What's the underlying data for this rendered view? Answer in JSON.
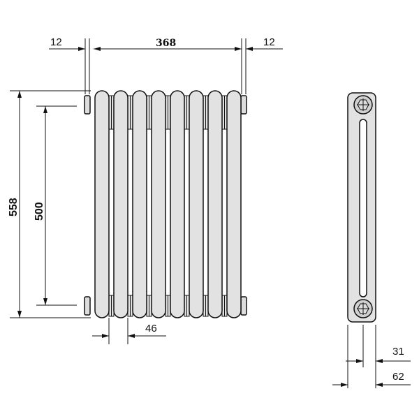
{
  "front_view": {
    "sections": 8,
    "dims": {
      "left_offset": "12",
      "width": "368",
      "right_offset": "12",
      "height": "558",
      "centers": "500",
      "pitch": "46"
    }
  },
  "side_view": {
    "dims": {
      "half_depth": "31",
      "depth": "62"
    }
  },
  "colors": {
    "fill": "#e2e2e2",
    "line": "#111111"
  }
}
